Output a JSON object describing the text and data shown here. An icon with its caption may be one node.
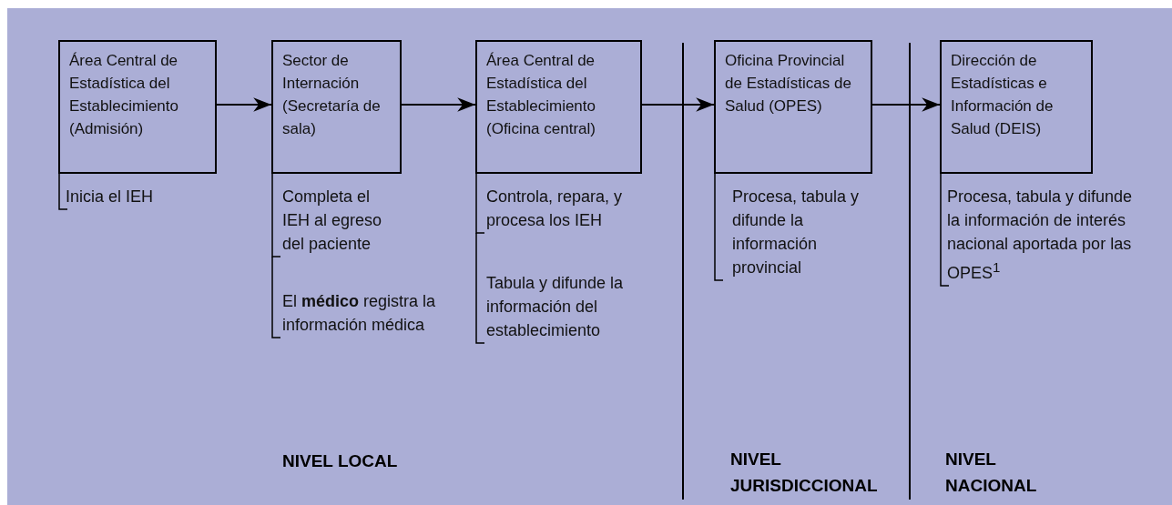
{
  "diagram": {
    "nodes": [
      {
        "text": [
          "Área Central de Estadística del Establecimiento (Admisión)"
        ],
        "beside": [
          "Inicia el IEH"
        ]
      },
      {
        "text": [
          "Sector de Internación (Secretaría de sala)"
        ],
        "beside": [
          "Completa el IEH al egreso del paciente",
          "El **médico** registra la información médica"
        ]
      },
      {
        "text": [
          "Área Central de Estadística del Establecimiento (Oficina central)"
        ],
        "beside": [
          "Controla, repara, y procesa los IEH",
          "Tabula y difunde la información del establecimiento"
        ]
      },
      {
        "text": [
          "Oficina Provincial de Estadísticas de Salud (OPES)"
        ],
        "beside": [
          "Procesa, tabula y difunde la información provincial"
        ]
      },
      {
        "text": [
          "Dirección de Estadísticas e Información de Salud (DEIS)"
        ],
        "beside": [
          "Procesa, tabula y difunde la información de interés nacional aportada por las OPES$^{1}$"
        ]
      }
    ],
    "edges": [
      {
        "from": 0,
        "to": 1,
        "arrow": "to"
      },
      {
        "from": 1,
        "to": 2,
        "arrow": "to"
      },
      {
        "from": 2,
        "to": 3,
        "arrow": "to"
      },
      {
        "from": 3,
        "to": 4,
        "arrow": "to"
      }
    ],
    "labels": [
      "NIVEL LOCAL",
      "NIVEL JURISDICCIONAL",
      "NIVEL NACIONAL"
    ]
  }
}
